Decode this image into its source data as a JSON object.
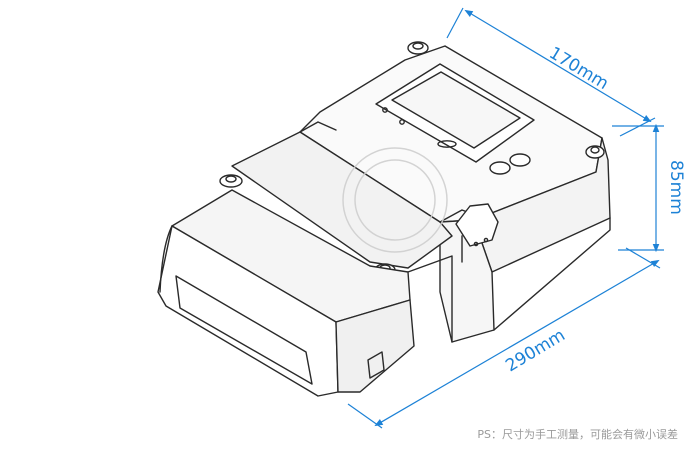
{
  "dimensions": {
    "width_label": "170mm",
    "height_label": "85mm",
    "length_label": "290mm"
  },
  "note": "PS：尺寸为手工测量，可能会有微小误差",
  "colors": {
    "dimension": "#1d82d6",
    "outline": "#2a2a2a",
    "watermark": "#cfcfcf"
  }
}
